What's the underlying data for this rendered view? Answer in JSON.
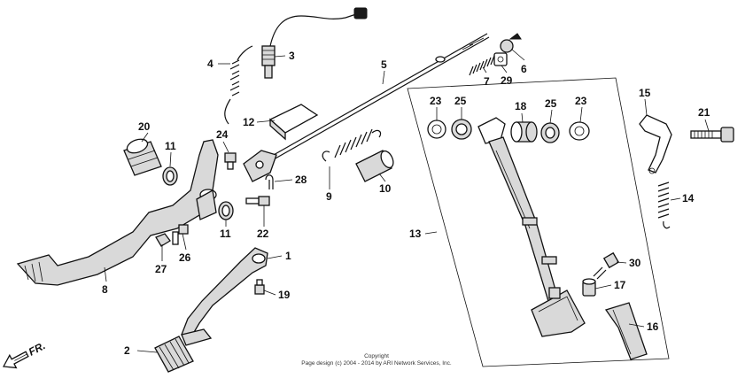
{
  "diagram": {
    "callouts": [
      "1",
      "2",
      "3",
      "4",
      "5",
      "6",
      "7",
      "8",
      "9",
      "10",
      "11",
      "11",
      "12",
      "13",
      "14",
      "15",
      "16",
      "17",
      "18",
      "19",
      "20",
      "21",
      "22",
      "23",
      "23",
      "24",
      "25",
      "25",
      "26",
      "27",
      "28",
      "29",
      "30"
    ],
    "direction_label": "FR.",
    "copyright_line1": "Copyright",
    "copyright_line2": "Page design (c) 2004 - 2014 by ARI Network Services, Inc."
  }
}
